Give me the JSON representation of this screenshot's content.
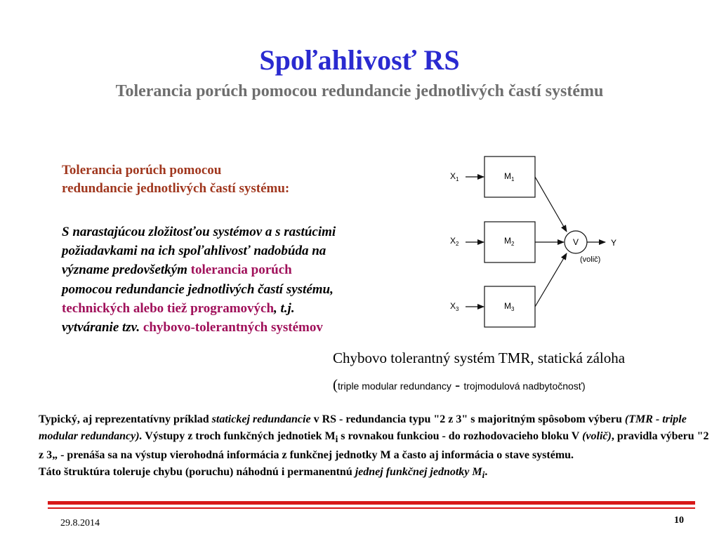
{
  "title": "Spoľahlivosť RS",
  "subtitle": "Tolerancia porúch pomocou redundancie jednotlivých častí systému",
  "left": {
    "heading": "Tolerancia porúch pomocou redundancie jednotlivých častí systému:",
    "body_1": "S narastajúcou zložitosťou systémov a s rastúcimi požiadavkami na ich spoľahlivosť nadobúda na význame predovšetkým ",
    "hl_1": "tolerancia porúch",
    "body_2": " pomocou redundancie jednotlivých častí systému, ",
    "hl_2": "technických alebo tiež programových",
    "body_3": ", t.j. vytváranie tzv. ",
    "hl_3": "chybovo-tolerantných systémov"
  },
  "diagram": {
    "inputs": [
      "X",
      "X",
      "X"
    ],
    "input_subs": [
      "1",
      "2",
      "3"
    ],
    "modules": [
      "M",
      "M",
      "M"
    ],
    "module_subs": [
      "1",
      "2",
      "3"
    ],
    "voter": "V",
    "output": "Y",
    "voter_label": "(volič)"
  },
  "caption": {
    "line1": "Chybovo tolerantný systém TMR, statická záloha",
    "open": "(",
    "en": "triple modular redundancy",
    "dash": " - ",
    "sk": "trojmodulová nadbytočnosť)"
  },
  "paragraph": {
    "p1": "Typický, aj reprezentatívny  príklad ",
    "p1_it": "statickej redundancie",
    "p2": " v RS - redundancia typu \"2 z 3\" s majoritným spôsobom výberu ",
    "p2_it": "(TMR - triple modular redundancy).",
    "p3": " Výstupy z troch funkčných jednotiek M",
    "p3_sub": "i",
    "p4": " s rovnakou funkciou - do rozhodovacieho bloku V ",
    "p4_it": "(volič)",
    "p5": ", pravidla výberu \"2 z 3„ - prenáša sa na výstup vierohodná informácia  z funkčnej jednotky M a často aj informácia o stave systému.",
    "p6": "Táto štruktúra  toleruje chybu (poruchu) náhodnú i permanentnú ",
    "p6_it": "jednej funkčnej jednotky M",
    "p6_sub": "i",
    "p7": "."
  },
  "footer": {
    "date": "29.8.2014",
    "page": "10"
  },
  "colors": {
    "title": "#2a2ad0",
    "subtitle": "#6e6e6e",
    "heading": "#a0371e",
    "highlight": "#a0105a",
    "rule": "#d81818"
  }
}
